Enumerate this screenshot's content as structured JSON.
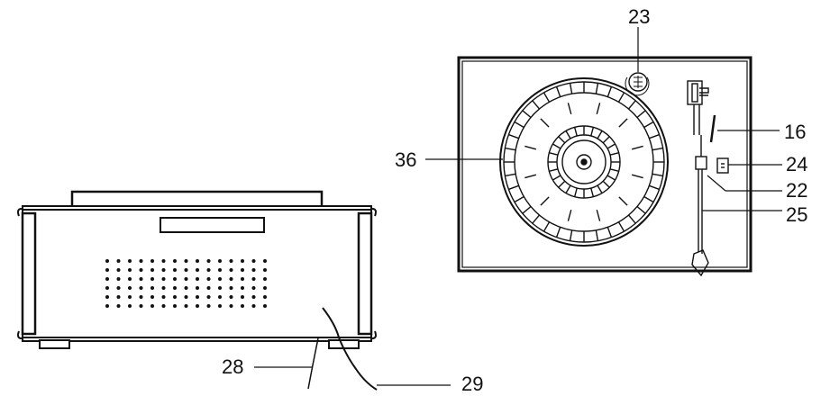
{
  "figure": {
    "title": "",
    "views": [
      {
        "name": "front-view",
        "callouts": [
          {
            "id": "28",
            "label": "28"
          },
          {
            "id": "29",
            "label": "29"
          }
        ]
      },
      {
        "name": "top-view",
        "callouts": [
          {
            "id": "23",
            "label": "23"
          },
          {
            "id": "16",
            "label": "16"
          },
          {
            "id": "36",
            "label": "36"
          },
          {
            "id": "24",
            "label": "24"
          },
          {
            "id": "22",
            "label": "22"
          },
          {
            "id": "25",
            "label": "25"
          }
        ]
      }
    ]
  },
  "colors": {
    "line": "#111111",
    "panel": "#ffffff"
  }
}
